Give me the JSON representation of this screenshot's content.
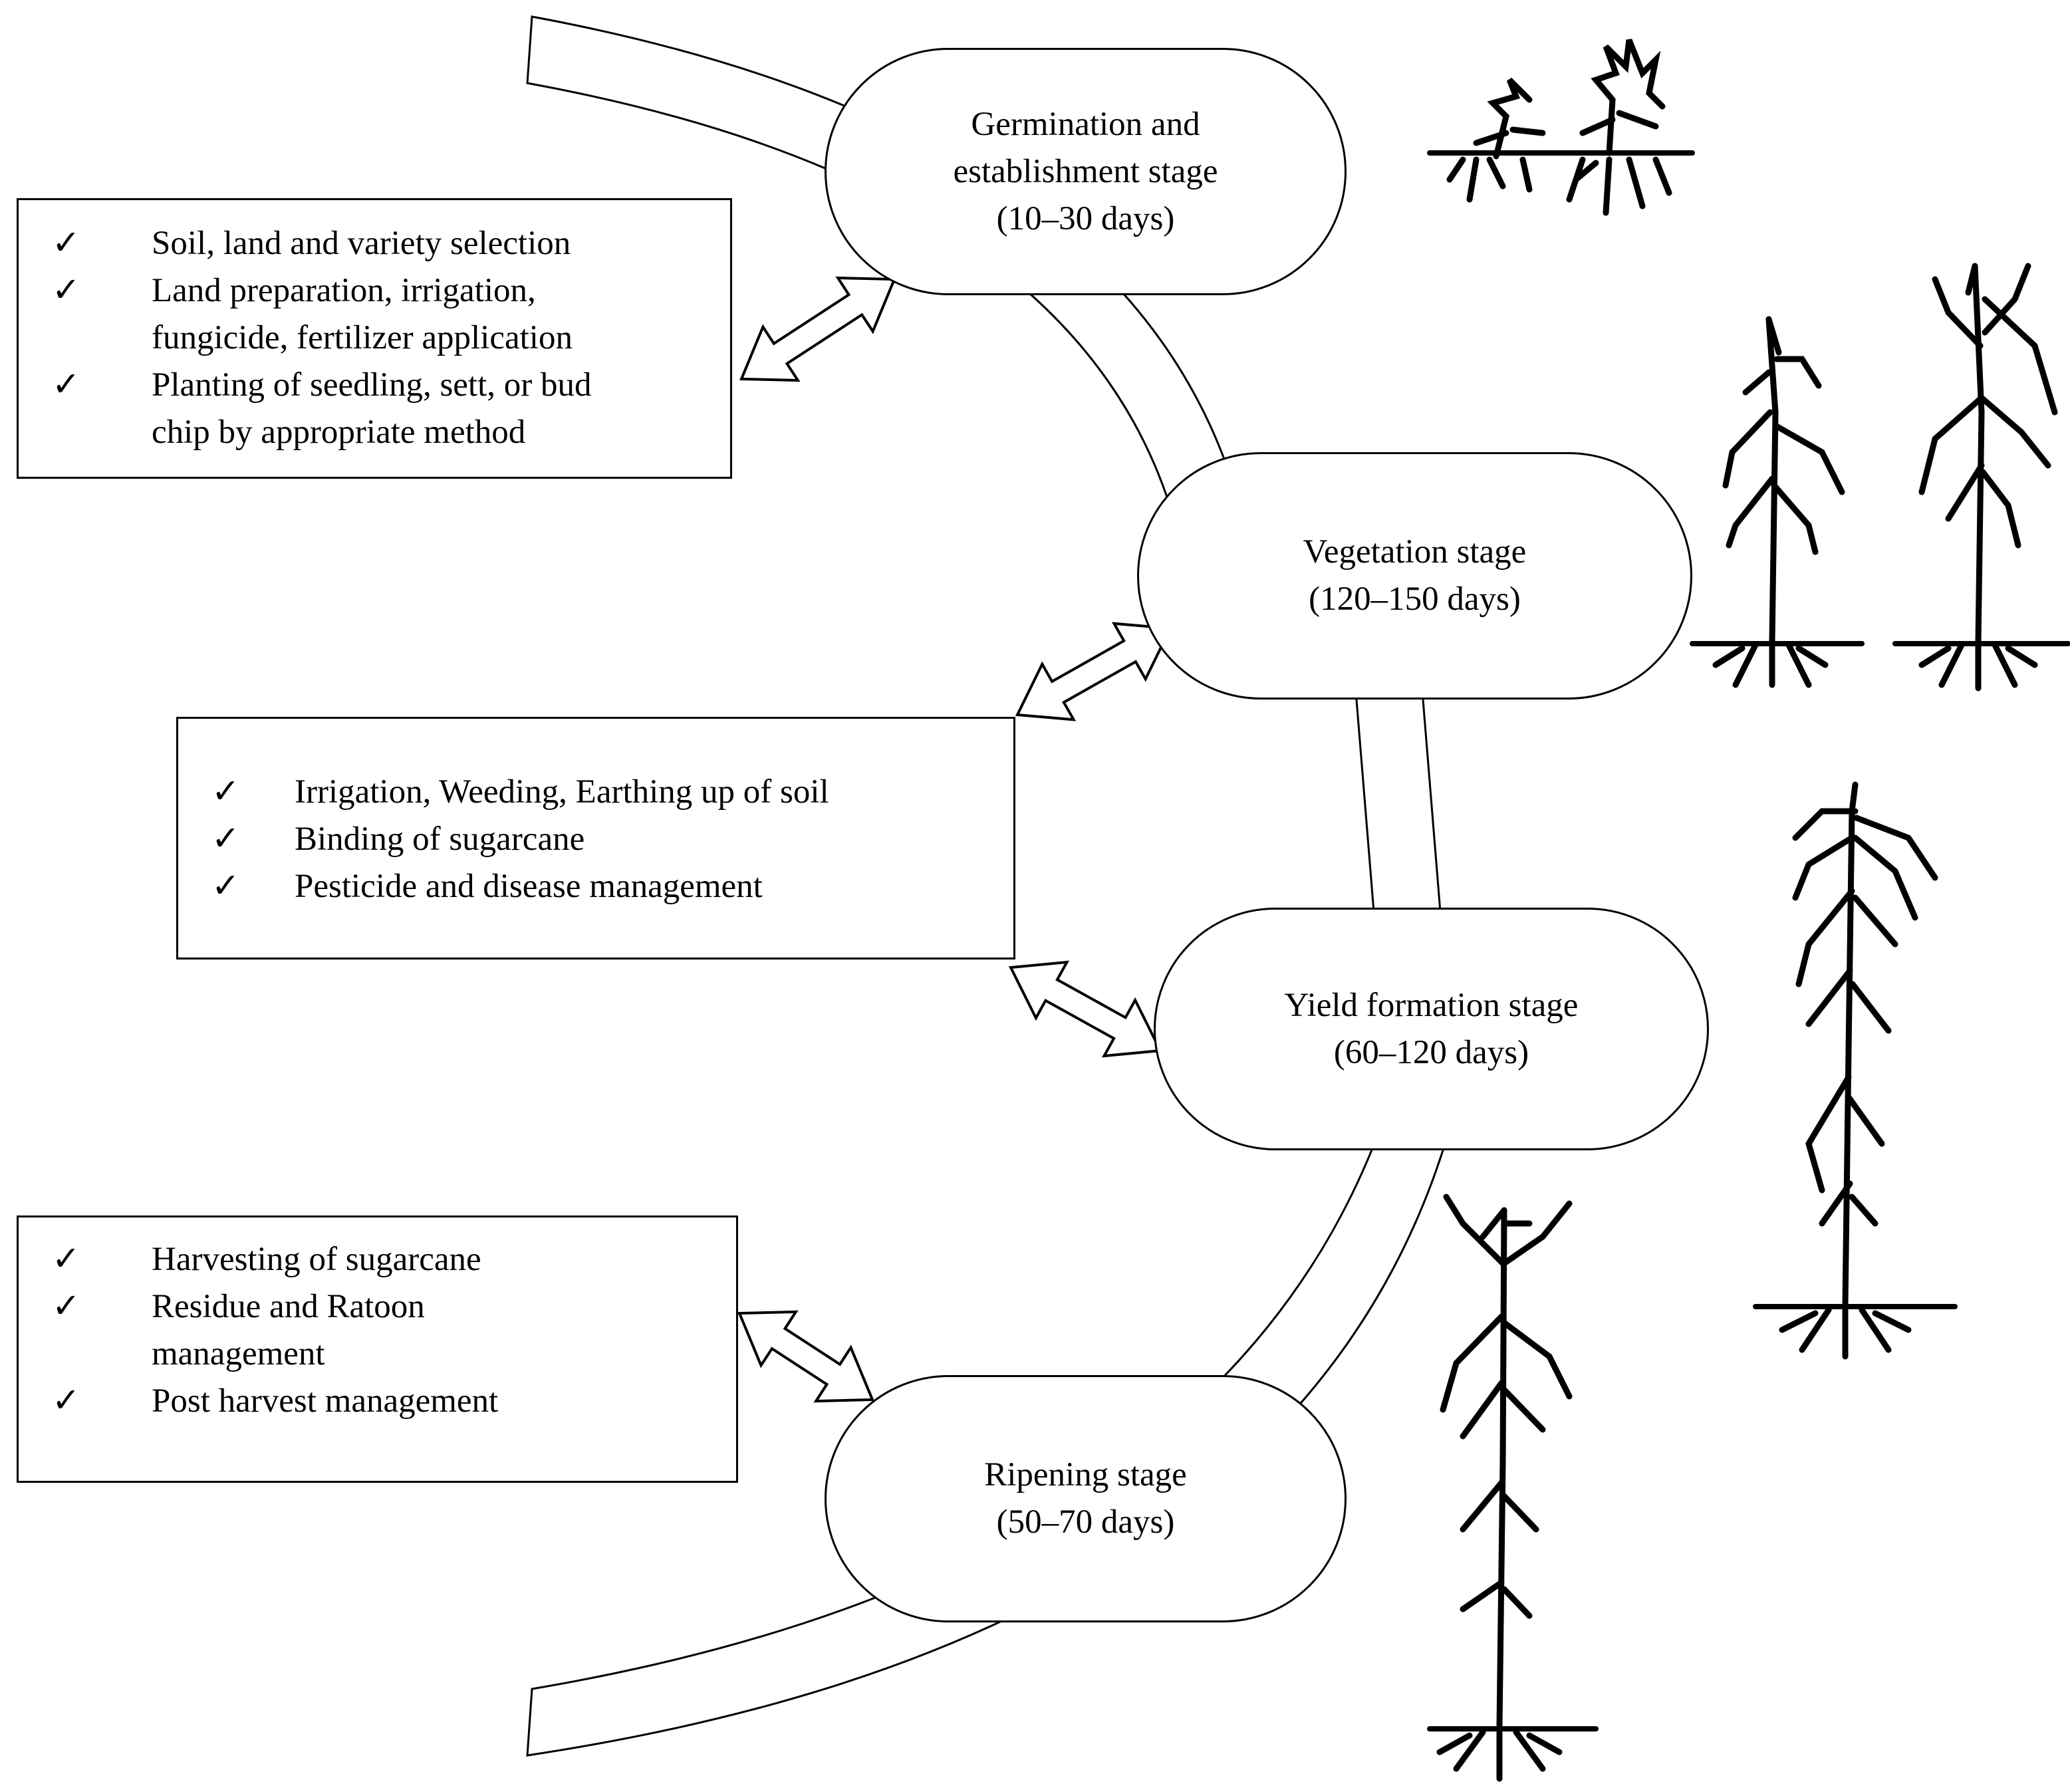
{
  "stages": [
    {
      "name_lines": [
        "Germination and",
        "establishment stage"
      ],
      "duration": "(10–30 days)"
    },
    {
      "name_lines": [
        "Vegetation stage"
      ],
      "duration": "(120–150 days)"
    },
    {
      "name_lines": [
        "Yield formation stage"
      ],
      "duration": "(60–120 days)"
    },
    {
      "name_lines": [
        "Ripening stage"
      ],
      "duration": "(50–70 days)"
    }
  ],
  "task_boxes": [
    {
      "items": [
        {
          "lines": [
            "Soil, land and variety selection"
          ]
        },
        {
          "lines": [
            "Land preparation, irrigation,",
            "fungicide, fertilizer application"
          ]
        },
        {
          "lines": [
            "Planting of seedling, sett, or bud",
            "chip by appropriate method"
          ]
        }
      ]
    },
    {
      "items": [
        {
          "lines": [
            "Irrigation, Weeding, Earthing up of soil"
          ]
        },
        {
          "lines": [
            "Binding of sugarcane"
          ]
        },
        {
          "lines": [
            "Pesticide and disease management"
          ]
        }
      ]
    },
    {
      "items": [
        {
          "lines": [
            "Harvesting of sugarcane"
          ]
        },
        {
          "lines": [
            "Residue and Ratoon",
            "management"
          ]
        },
        {
          "lines": [
            "Post harvest management"
          ]
        }
      ]
    }
  ],
  "check_mark": "✓",
  "icons": [
    "sugarcane-sprouts-icon",
    "sugarcane-young-plants-icon",
    "sugarcane-mature-plant-icon",
    "sugarcane-ripe-plant-icon"
  ]
}
